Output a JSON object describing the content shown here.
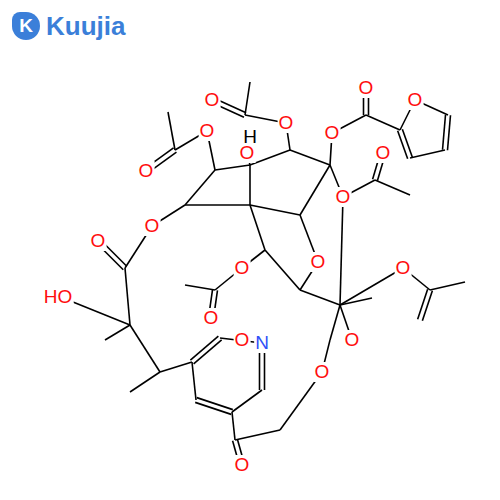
{
  "diagram": {
    "labels": [
      "K",
      "Kuujia",
      "O",
      "O",
      "O",
      "O",
      "O",
      "O",
      "H",
      "O",
      "O",
      "O",
      "O",
      "O",
      "O",
      "O",
      "O",
      "O",
      "O",
      "HO",
      "O",
      "O",
      "N",
      "O",
      "O"
    ]
  }
}
